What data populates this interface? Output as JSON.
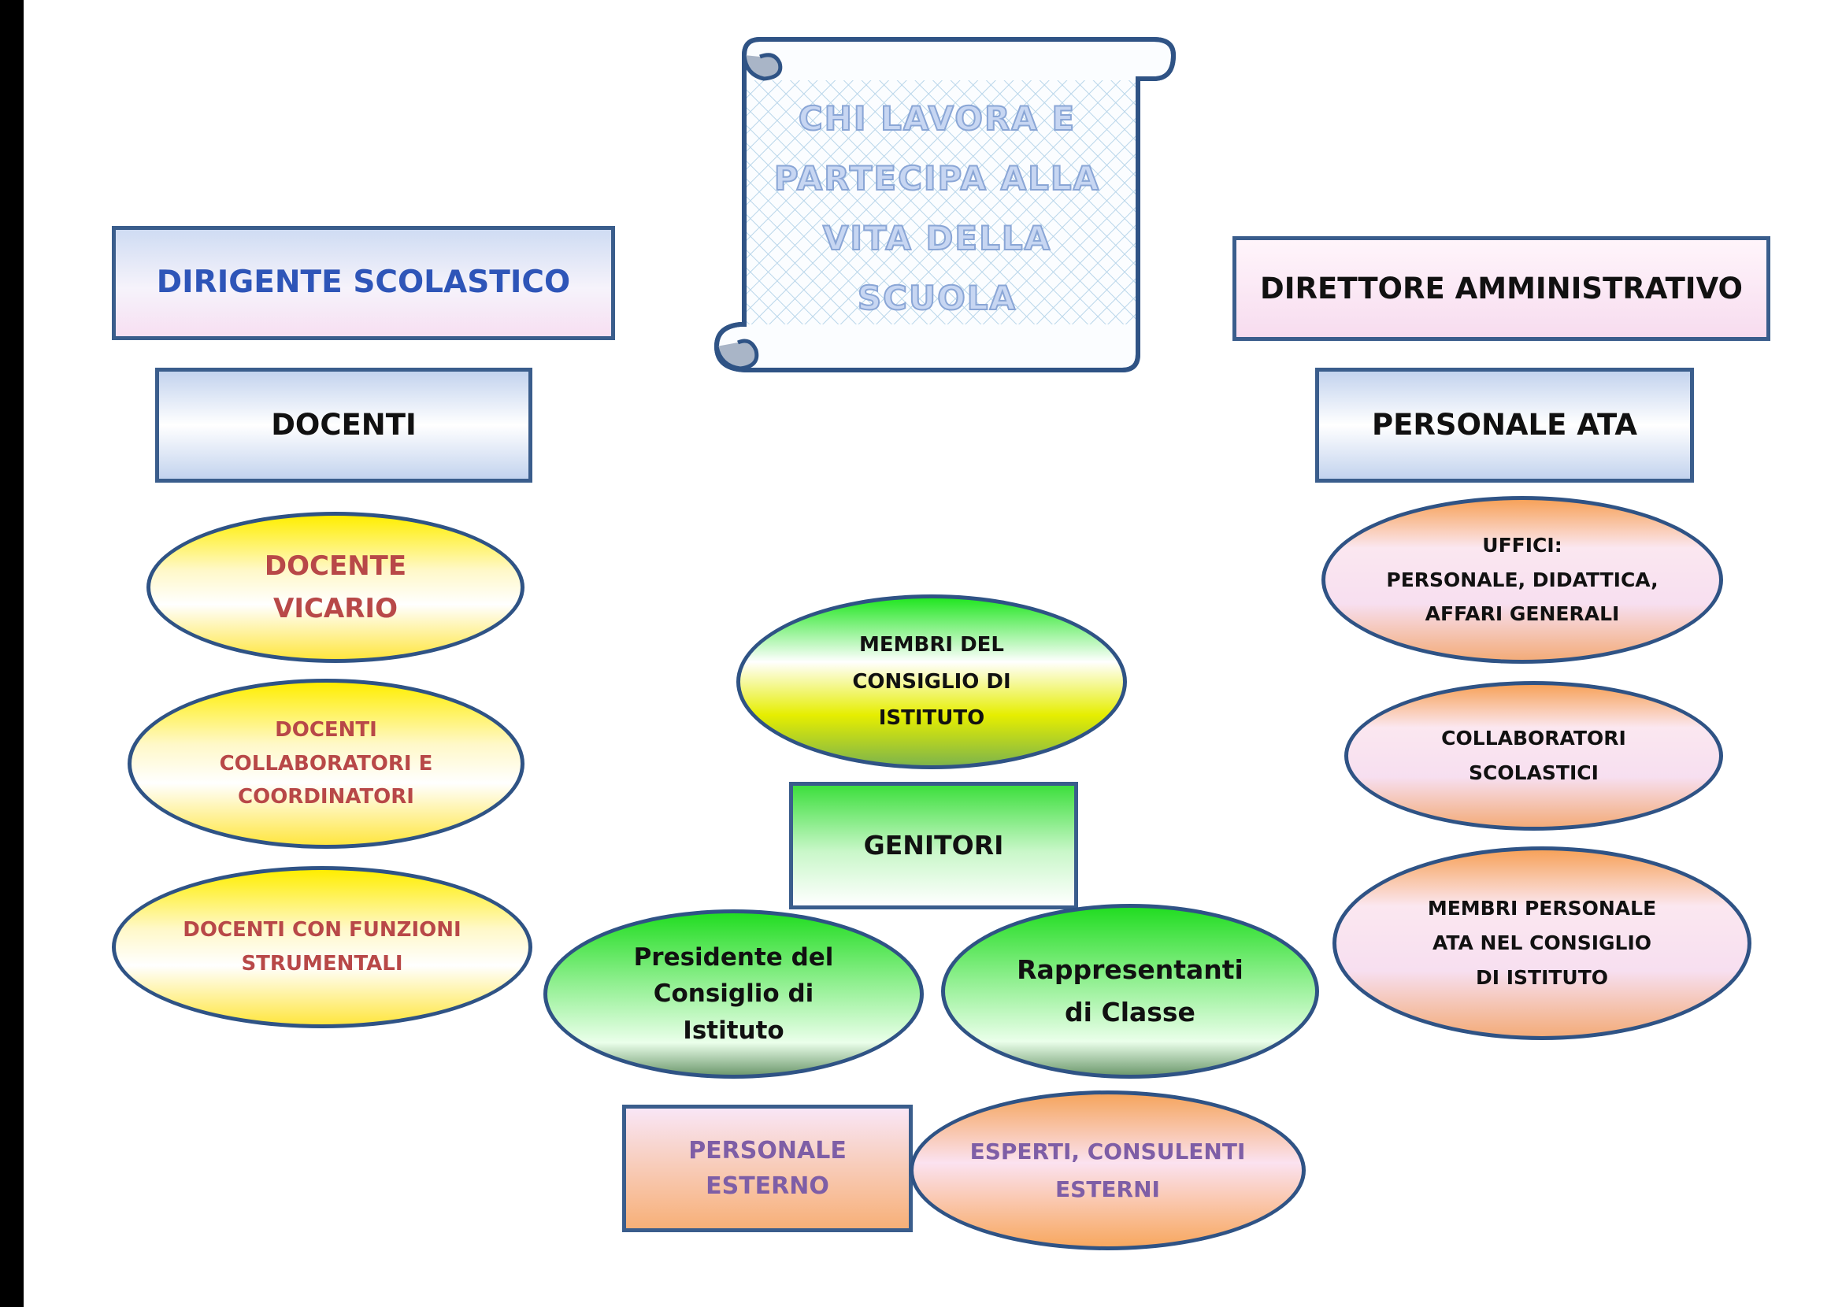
{
  "title": [
    "CHI LAVORA E",
    "PARTECIPA ALLA",
    "VITA DELLA",
    "SCUOLA"
  ],
  "left": {
    "header": "DIRIGENTE SCOLASTICO",
    "sub": "DOCENTI",
    "items": [
      [
        "DOCENTE",
        "VICARIO"
      ],
      [
        "DOCENTI",
        "COLLABORATORI E",
        "COORDINATORI"
      ],
      [
        "DOCENTI CON FUNZIONI",
        "STRUMENTALI"
      ]
    ]
  },
  "right": {
    "header": "DIRETTORE AMMINISTRATIVO",
    "sub": "PERSONALE ATA",
    "items": [
      [
        "UFFICI:",
        "PERSONALE, DIDATTICA,",
        "AFFARI GENERALI"
      ],
      [
        "COLLABORATORI",
        "SCOLASTICI"
      ],
      [
        "MEMBRI PERSONALE",
        "ATA NEL CONSIGLIO",
        "DI ISTITUTO"
      ]
    ]
  },
  "center": {
    "council": [
      "MEMBRI DEL",
      "CONSIGLIO DI",
      "ISTITUTO"
    ],
    "parents": "GENITORI",
    "president": [
      "Presidente del",
      "Consiglio di",
      "Istituto"
    ],
    "representatives": [
      "Rappresentanti",
      "di Classe"
    ]
  },
  "external": {
    "label": "PERSONALE ESTERNO",
    "experts": [
      "ESPERTI, CONSULENTI",
      "ESTERNI"
    ]
  },
  "colors": {
    "outline": "#2f5385",
    "title_fill": "#c7d6f2",
    "title_stroke": "#8aa6d6",
    "dirigente_text": "#2e55b8",
    "red_text": "#b84848",
    "purple_text": "#7e5ea6"
  }
}
